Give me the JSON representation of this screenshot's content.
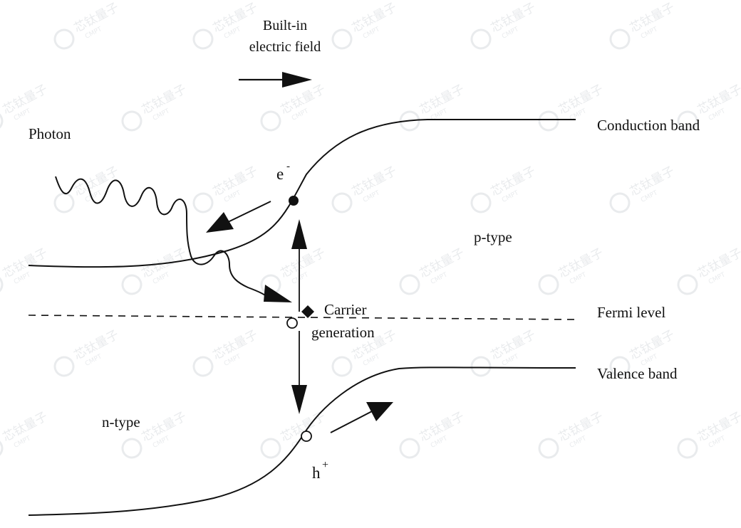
{
  "labels": {
    "field_line1": "Built-in",
    "field_line2": "electric field",
    "photon": "Photon",
    "electron": "e",
    "electron_sup": "-",
    "conduction_band": "Conduction band",
    "p_type": "p-type",
    "carrier_line1": "Carrier",
    "carrier_line2": "generation",
    "fermi_level": "Fermi level",
    "valence_band": "Valence band",
    "n_type": "n-type",
    "hole": "h",
    "hole_sup": "+"
  },
  "watermark": {
    "text": "芯钛量子",
    "subtext": "CMPT"
  },
  "colors": {
    "line": "#111111",
    "background": "#ffffff",
    "watermark": "#cfd3d8"
  }
}
